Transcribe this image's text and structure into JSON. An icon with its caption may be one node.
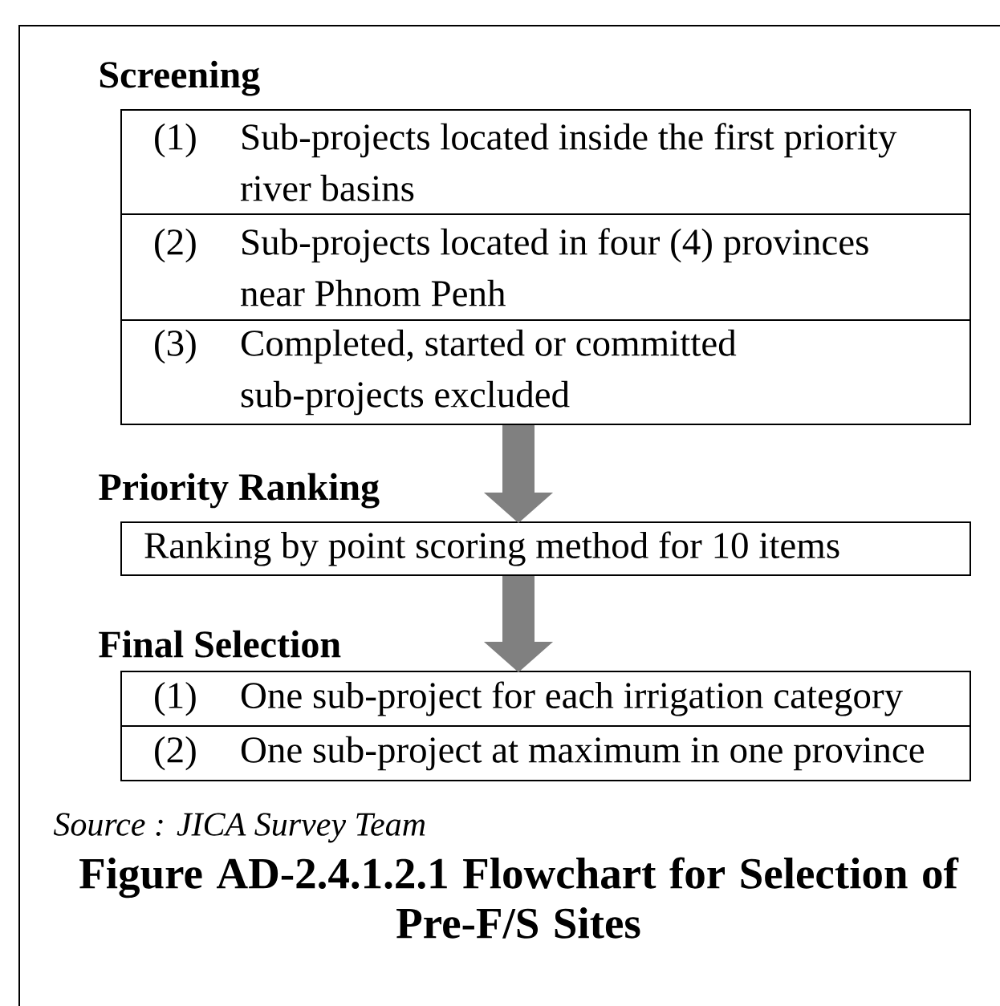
{
  "diagram": {
    "nodes": [
      {
        "text": [
          "Screening"
        ]
      },
      {
        "text": [
          "(1)",
          "Sub-projects located inside the first priority river basins"
        ],
        "in": 0
      },
      {
        "text": [
          "(2)",
          "Sub-projects located in four (4) provinces near Phnom Penh"
        ],
        "in": 0
      },
      {
        "text": [
          "(3)",
          "Completed, started or committed sub-projects excluded"
        ],
        "in": 0
      },
      {
        "text": [
          "Priority Ranking",
          "Ranking by point scoring method for 10 items"
        ]
      },
      {
        "text": [
          "Final Selection"
        ]
      },
      {
        "text": [
          "(1)",
          "One sub-project for each irrigation category"
        ],
        "in": 5
      },
      {
        "text": [
          "(2)",
          "One sub-project at maximum in one province"
        ],
        "in": 5
      }
    ],
    "edges": [
      {
        "from": 0,
        "to": 4,
        "arrow": "to"
      },
      {
        "from": 4,
        "to": 5,
        "arrow": "to"
      }
    ],
    "labels": [
      "Source : JICA Survey Team"
    ],
    "caption": "Figure AD-2.4.1.2.1 Flowchart for Selection of Pre-F/S Sites"
  }
}
